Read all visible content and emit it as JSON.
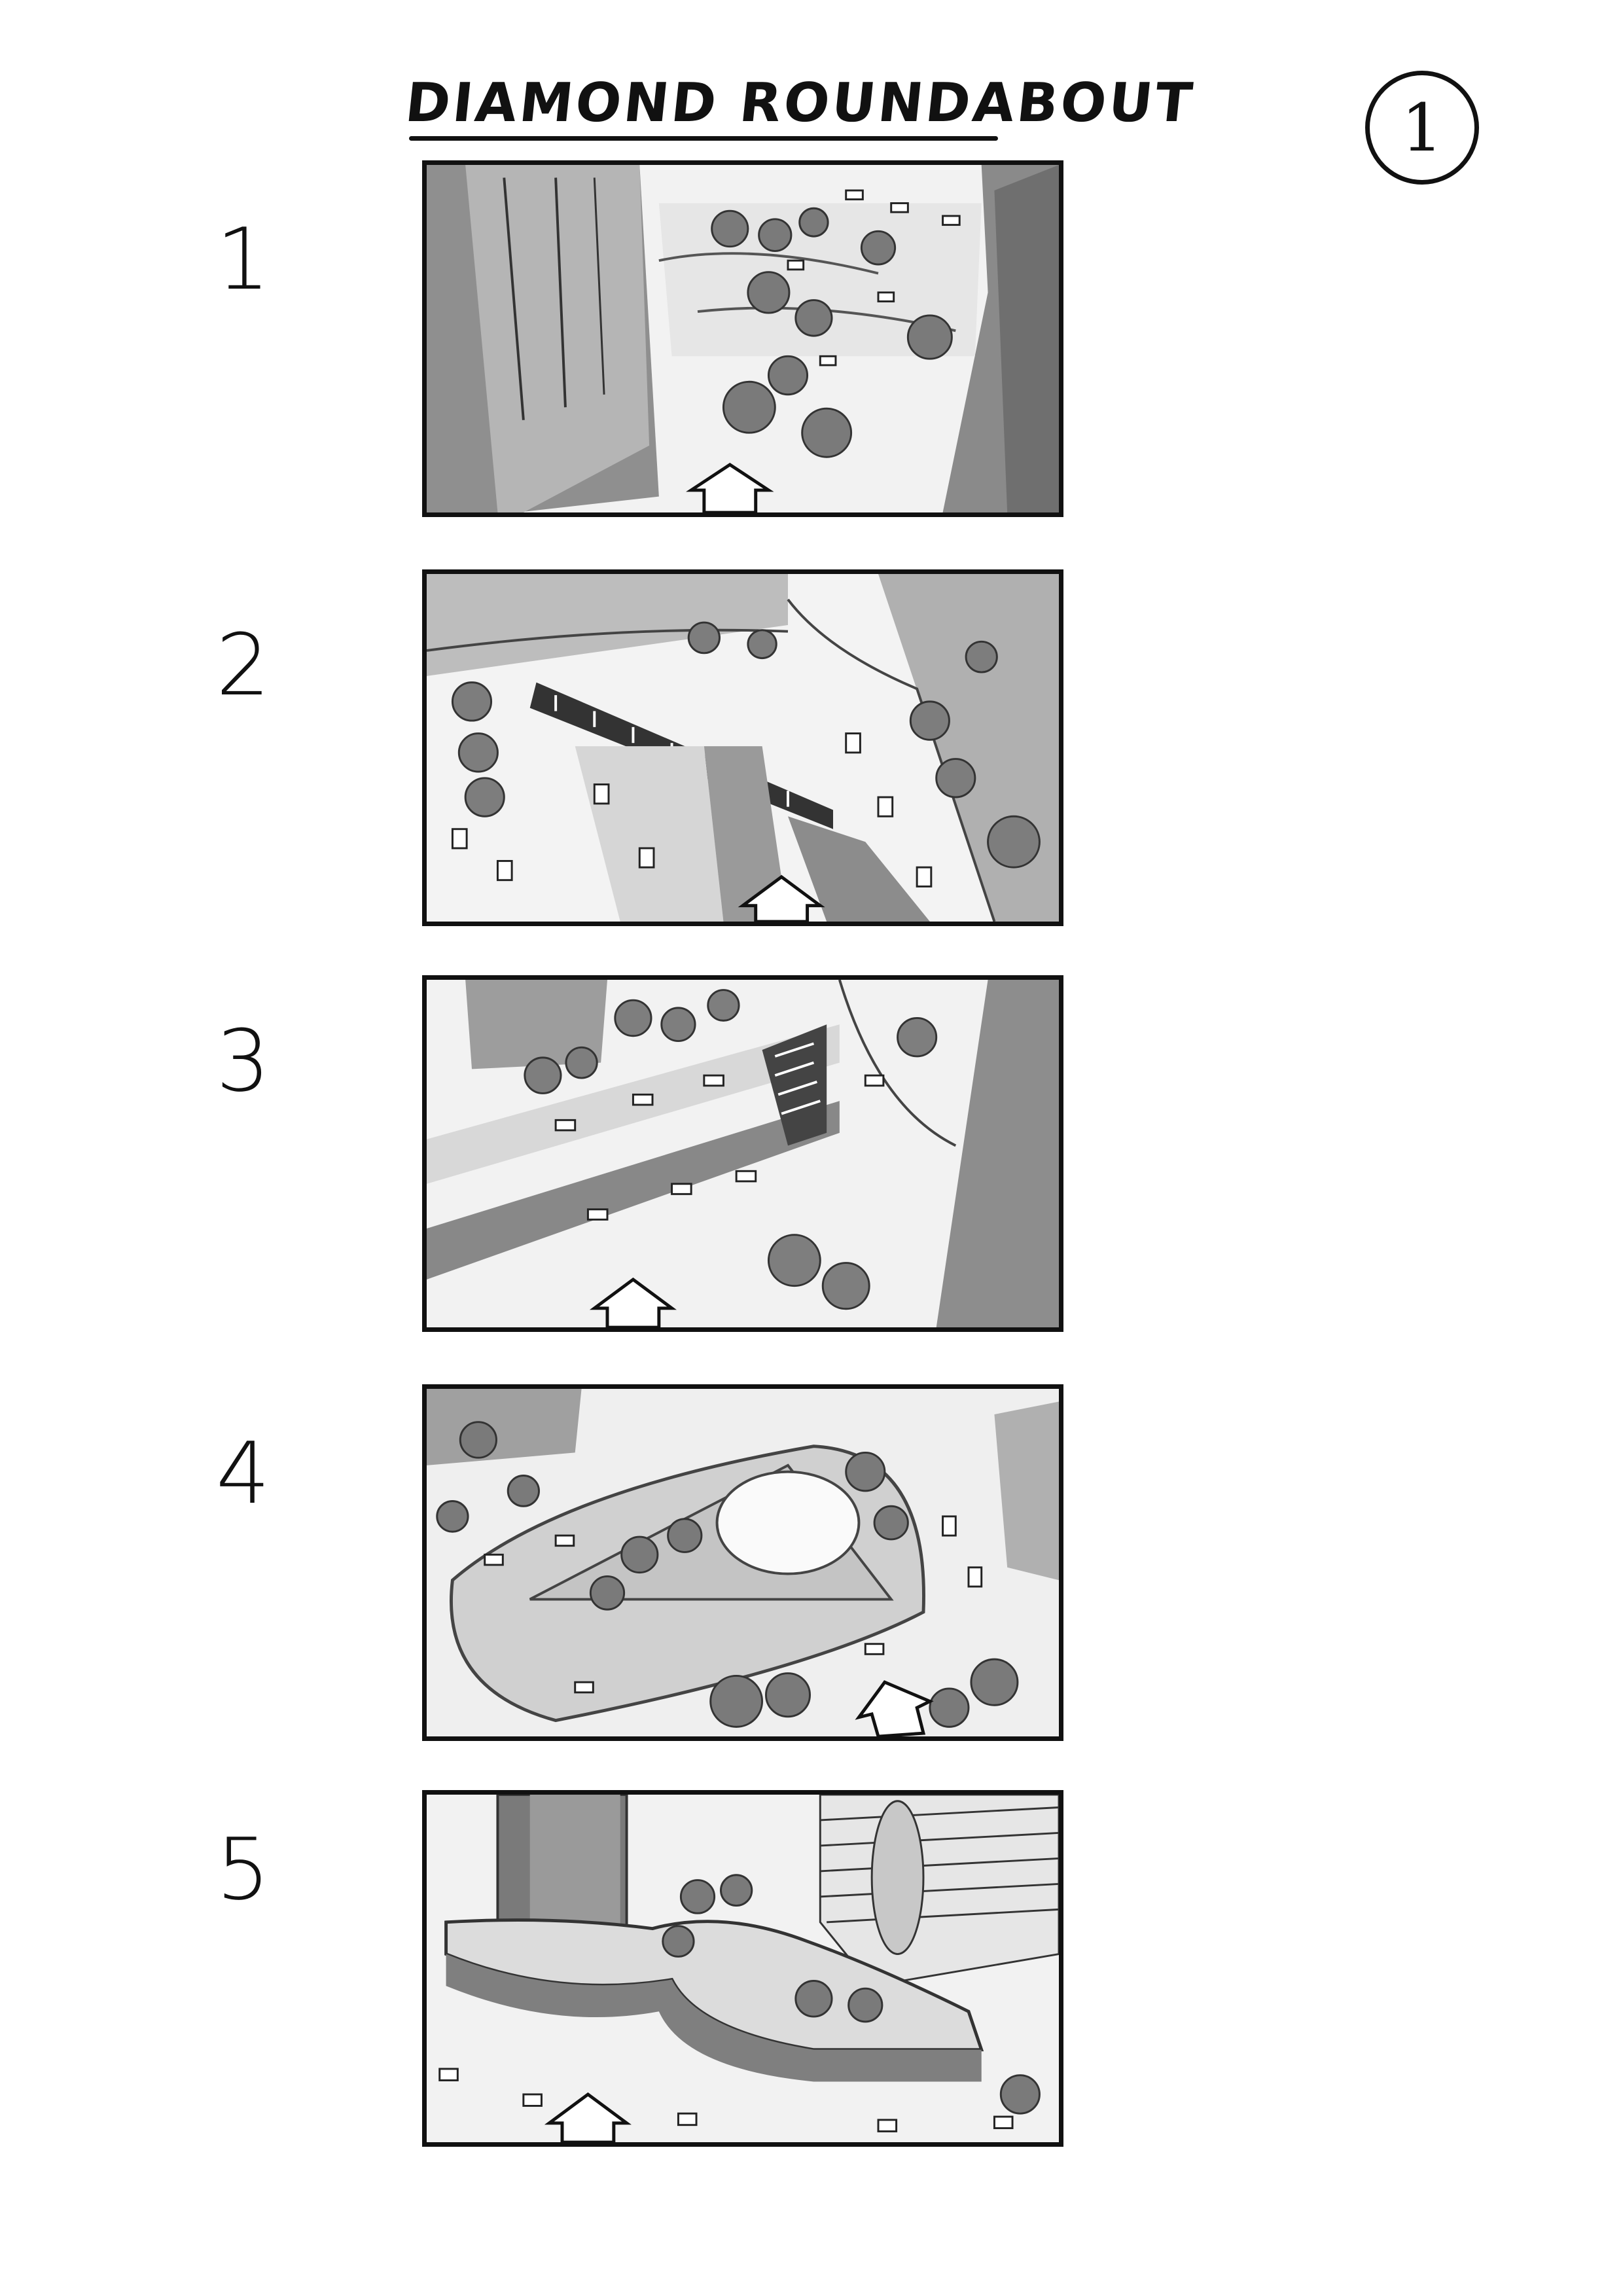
{
  "page": {
    "title": "DIAMOND ROUNDABOUT",
    "page_number": "1"
  },
  "panels": [
    {
      "number": "1",
      "icon": "up-arrow-icon"
    },
    {
      "number": "2",
      "icon": "up-arrow-icon"
    },
    {
      "number": "3",
      "icon": "up-arrow-icon"
    },
    {
      "number": "4",
      "icon": "up-arrow-icon"
    },
    {
      "number": "5",
      "icon": "up-arrow-icon"
    }
  ]
}
